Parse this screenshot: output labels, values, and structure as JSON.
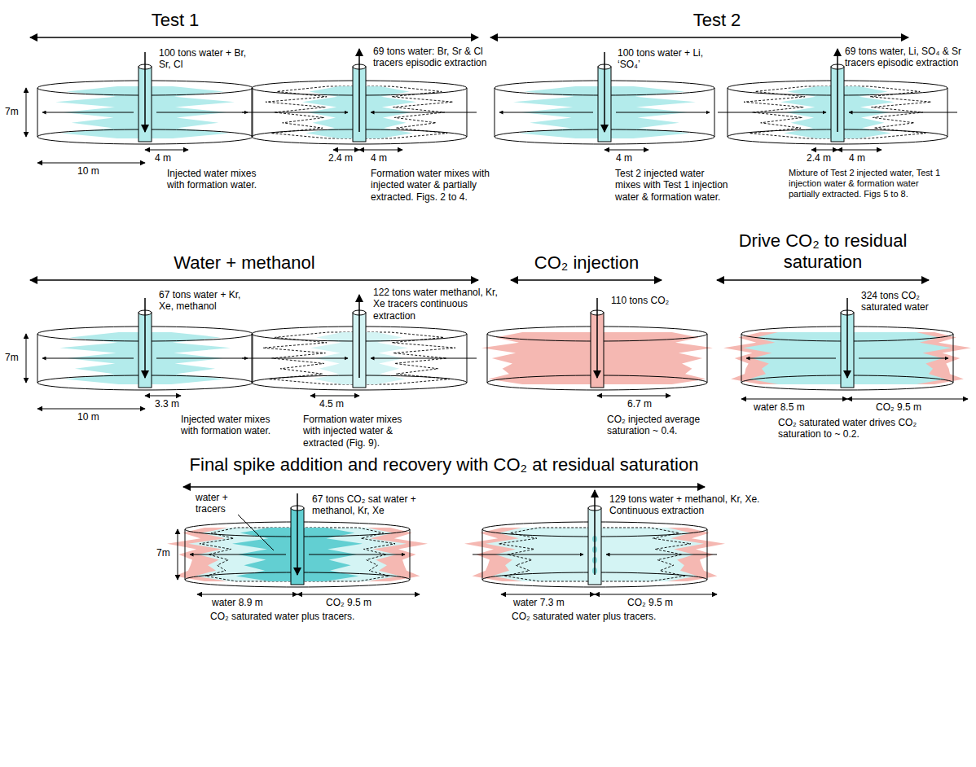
{
  "diagram": {
    "labels": [
      "Test 1",
      "Test 2",
      "100 tons water + Br, Sr, Cl",
      "7m",
      "10 m",
      "4 m",
      "Injected water mixes with formation water.",
      "69 tons water: Br, Sr & Cl tracers episodic extraction",
      "2.4 m",
      "4 m",
      "Formation water mixes with injected water & partially extracted. Figs. 2 to 4.",
      "100 tons water + Li, ‘SO₄’",
      "4 m",
      "Test 2 injected water mixes with Test 1 injection water & formation water.",
      "69 tons water, Li, SO₄ & Sr tracers episodic extraction",
      "2.4 m",
      "4 m",
      "Mixture of Test 2 injected water, Test 1 injection water & formation water partially extracted. Figs 5 to 8.",
      "Water + methanol",
      "CO₂ injection",
      "Drive CO₂ to residual saturation",
      "67 tons water + Kr, Xe, methanol",
      "7m",
      "10 m",
      "3.3 m",
      "Injected water mixes with formation water.",
      "122 tons water methanol, Kr, Xe tracers continuous extraction",
      "4.5 m",
      "Formation water mixes with injected water & extracted (Fig. 9).",
      "110 tons CO₂",
      "6.7 m",
      "CO₂ injected average saturation ~ 0.4.",
      "324 tons CO₂ saturated water",
      "water 8.5 m",
      "CO₂ 9.5 m",
      "CO₂ saturated water drives CO₂ saturation to ~ 0.2.",
      "Final spike addition and recovery with CO₂ at residual saturation",
      "67 tons CO₂ sat water + methanol, Kr, Xe",
      "water + tracers",
      "7m",
      "water 8.9 m",
      "CO₂ 9.5 m",
      "CO₂ saturated water plus tracers.",
      "129 tons water + methanol, Kr, Xe. Continuous extraction",
      "water 7.3 m",
      "CO₂ 9.5 m",
      "CO₂ saturated water plus tracers."
    ]
  }
}
